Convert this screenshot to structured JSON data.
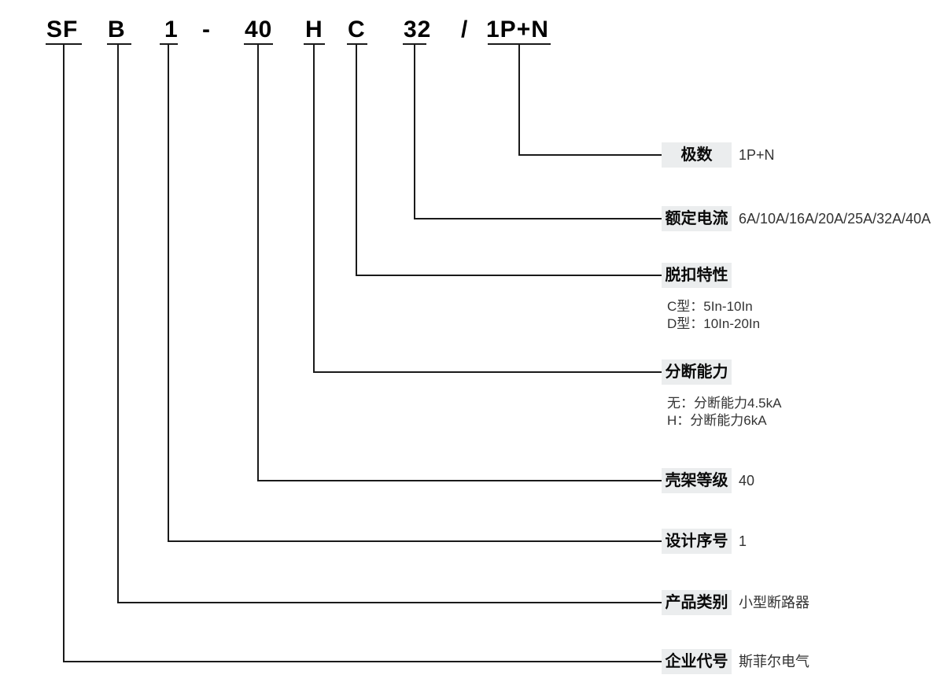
{
  "model_code": {
    "full": "SFB1-40HC32/1P+N",
    "tokens": [
      {
        "text": "SF"
      },
      {
        "text": "B"
      },
      {
        "text": "1"
      },
      {
        "text": "-"
      },
      {
        "text": "40"
      },
      {
        "text": "H"
      },
      {
        "text": "C"
      },
      {
        "text": "32"
      },
      {
        "text": "/"
      },
      {
        "text": "1P+N"
      }
    ]
  },
  "legend_rows": [
    {
      "label": "极数",
      "value": "1P+N",
      "token": "1P+N"
    },
    {
      "label": "额定电流",
      "value": "6A/10A/16A/20A/25A/32A/40A",
      "token": "32"
    },
    {
      "label": "脱扣特性",
      "value": "",
      "token": "C",
      "details": [
        "C型：5In-10In",
        "D型：10In-20In"
      ]
    },
    {
      "label": "分断能力",
      "value": "",
      "token": "H",
      "details": [
        "无：分断能力4.5kA",
        "H：分断能力6kA"
      ]
    },
    {
      "label": "壳架等级",
      "value": "40",
      "token": "40"
    },
    {
      "label": "设计序号",
      "value": "1",
      "token": "1"
    },
    {
      "label": "产品类别",
      "value": "小型断路器",
      "token": "B"
    },
    {
      "label": "企业代号",
      "value": "斯菲尔电气",
      "token": "SF"
    }
  ],
  "colors": {
    "background": "#ffffff",
    "line": "#1a1a1a",
    "label_box_bg": "#ebedee",
    "code_text": "#000000",
    "value_text": "#333333"
  }
}
